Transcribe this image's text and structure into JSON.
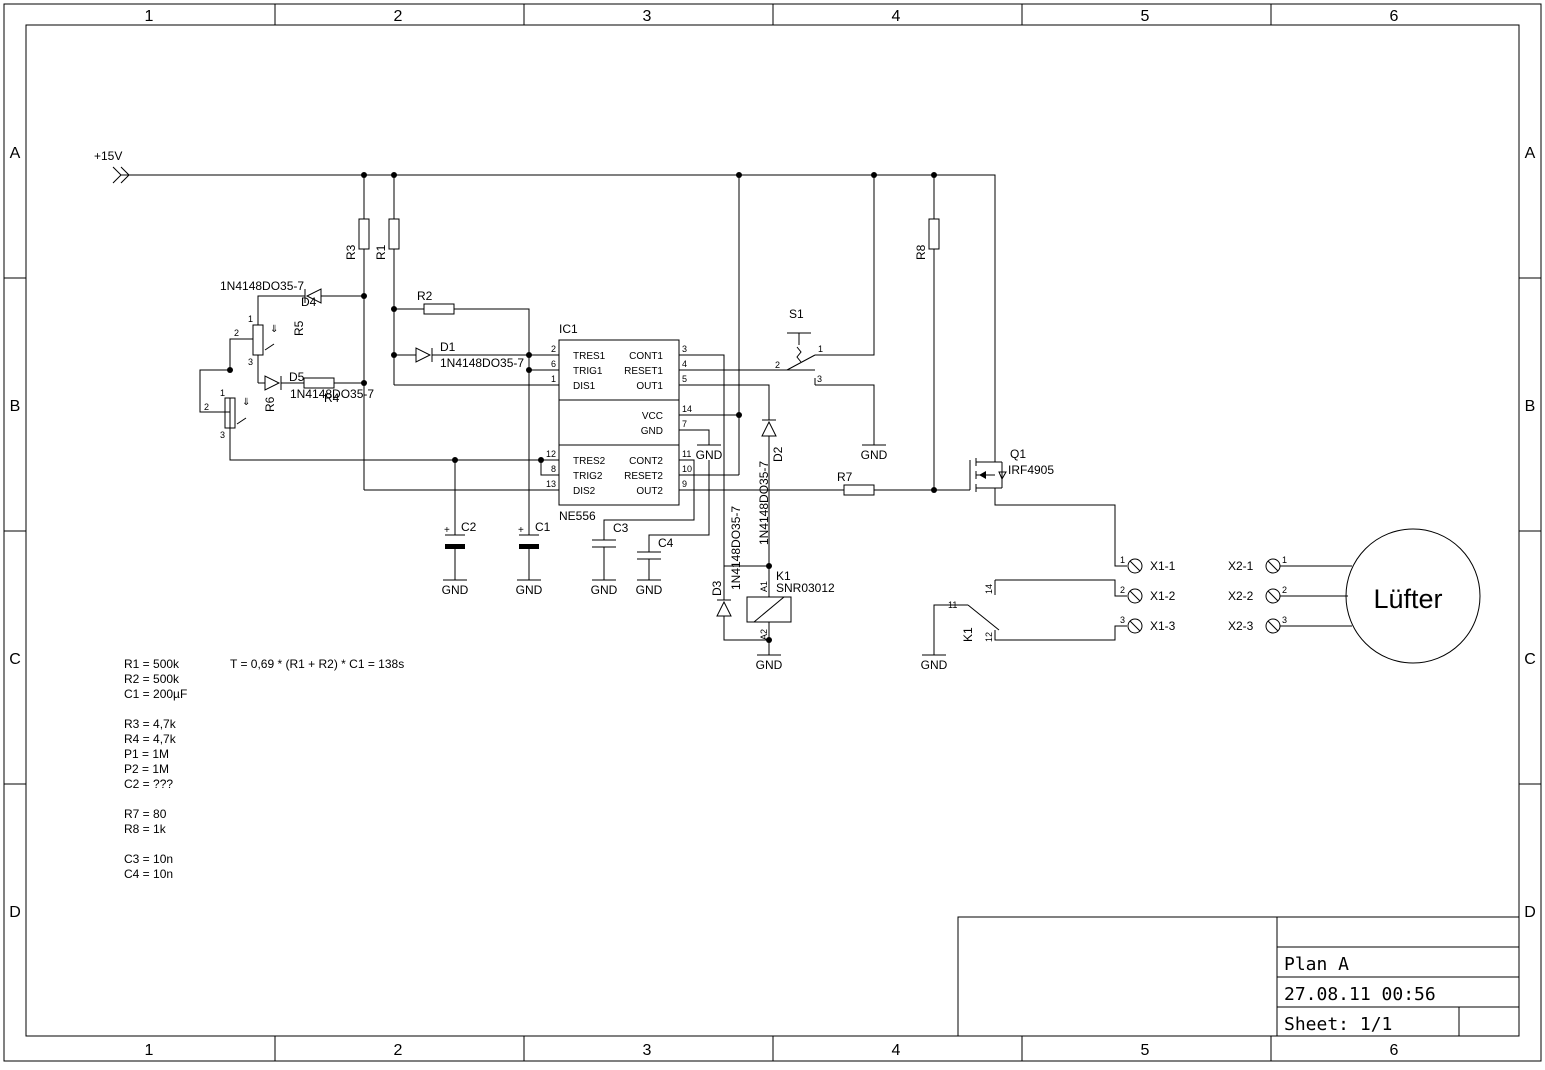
{
  "frame": {
    "columns": [
      "1",
      "2",
      "3",
      "4",
      "5",
      "6"
    ],
    "rows": [
      "A",
      "B",
      "C",
      "D"
    ]
  },
  "supply": {
    "label": "+15V"
  },
  "components": {
    "r1": "R1",
    "r2": "R2",
    "r3": "R3",
    "r4": "R4",
    "r5": "R5",
    "r6": "R6",
    "r7": "R7",
    "r8": "R8",
    "d1": "D1",
    "d1_part": "1N4148DO35-7",
    "d2": "D2",
    "d2_part": "1N4148DO35-7",
    "d3": "D3",
    "d3_part": "1N4148DO35-7",
    "d4": "D4",
    "d4_part": "1N4148DO35-7",
    "d5": "D5",
    "d5_part": "1N4148DO35-7",
    "c1": "C1",
    "c2": "C2",
    "c3": "C3",
    "c4": "C4",
    "s1": "S1",
    "q1": "Q1",
    "q1_part": "IRF4905",
    "k1": "K1",
    "k1_part": "SNR03012",
    "k1_contact": "K1",
    "ic1": "IC1",
    "ic1_part": "NE556",
    "fan": "Lüfter",
    "gnd": "GND"
  },
  "ic_pins": {
    "left_top": [
      "TRES1",
      "TRIG1",
      "DIS1"
    ],
    "right_top": [
      "CONT1",
      "RESET1",
      "OUT1"
    ],
    "mid": [
      "VCC",
      "GND"
    ],
    "left_bottom": [
      "TRES2",
      "TRIG2",
      "DIS2"
    ],
    "right_bottom": [
      "CONT2",
      "RESET2",
      "OUT2"
    ],
    "num_left_top": [
      "2",
      "6",
      "1"
    ],
    "num_right_top": [
      "3",
      "4",
      "5"
    ],
    "num_mid": [
      "14",
      "7"
    ],
    "num_left_bottom": [
      "12",
      "8",
      "13"
    ],
    "num_right_bottom": [
      "11",
      "10",
      "9"
    ]
  },
  "terminals": {
    "x1": [
      "X1-1",
      "X1-2",
      "X1-3"
    ],
    "x2": [
      "X2-1",
      "X2-2",
      "X2-3"
    ],
    "pins": [
      "1",
      "2",
      "3"
    ]
  },
  "notes": {
    "formula": "T = 0,69 * (R1 + R2) * C1 = 138s",
    "values": [
      "R1 = 500k",
      "R2 = 500k",
      "C1 = 200µF",
      "",
      "R3 = 4,7k",
      "R4 = 4,7k",
      "P1 = 1M",
      "P2 = 1M",
      "C2 = ???",
      "",
      "R7 = 80",
      "R8 = 1k",
      "",
      "C3 = 10n",
      "C4 = 10n"
    ]
  },
  "title_block": {
    "title": "Plan A",
    "date": "27.08.11  00:56",
    "sheet": "Sheet: 1/1"
  }
}
